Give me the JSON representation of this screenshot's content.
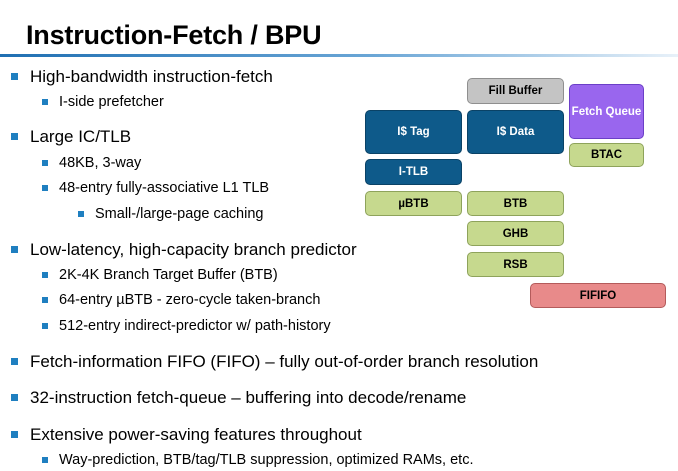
{
  "slide": {
    "title": "Instruction-Fetch / BPU",
    "bullets": {
      "b1": "High-bandwidth instruction-fetch",
      "b1_1": "I-side prefetcher",
      "b2": "Large IC/TLB",
      "b2_1": "48KB, 3-way",
      "b2_2": "48-entry fully-associative L1 TLB",
      "b2_2_1": "Small-/large-page caching",
      "b3": "Low-latency, high-capacity branch predictor",
      "b3_1": "2K-4K Branch Target Buffer (BTB)",
      "b3_2": "64-entry µBTB - zero-cycle taken-branch",
      "b3_3": "512-entry indirect-predictor w/ path-history",
      "b4": "Fetch-information FIFO (FIFO) – fully out-of-order branch resolution",
      "b5": "32-instruction fetch-queue – buffering into decode/rename",
      "b6": "Extensive power-saving features throughout",
      "b6_1": "Way-prediction, BTB/tag/TLB suppression, optimized RAMs, etc."
    }
  },
  "diagram": {
    "fill_buffer": "Fill Buffer",
    "fetch_queue": "Fetch Queue",
    "is_tag": "I$ Tag",
    "is_data": "I$ Data",
    "btac": "BTAC",
    "itlb": "I-TLB",
    "ubtb": "µBTB",
    "btb": "BTB",
    "ghb": "GHB",
    "rsb": "RSB",
    "fififo": "FIFIFO"
  },
  "colors": {
    "accent_bullet": "#1f7fc0",
    "cache_blue": "#0e5a8a",
    "predictor_green": "#c6d98e",
    "queue_purple": "#9966ee",
    "fifo_pink": "#e88a8a",
    "buffer_gray": "#c4c4c4"
  }
}
